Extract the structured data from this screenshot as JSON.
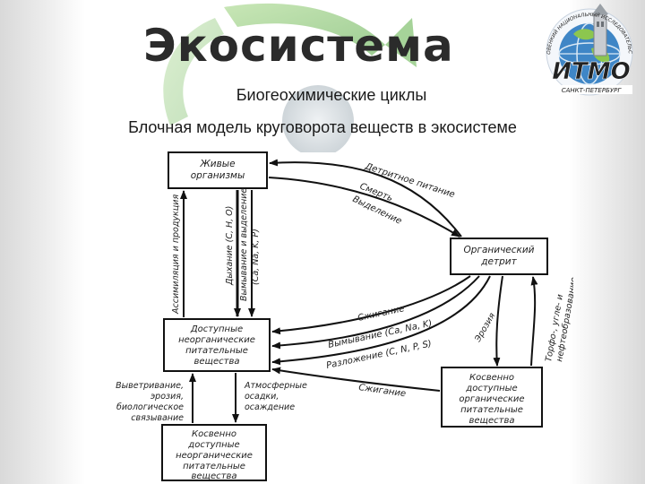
{
  "slide": {
    "title": "Экосистема",
    "subtitle1": "Биогеохимические циклы",
    "subtitle2": "Блочная модель круговорота веществ в экосистеме"
  },
  "logo": {
    "top_text": "ЧАСОВЕНКИЙ НАЦИОНАЛЬНЫЙ ИССЛЕДОВАТЕЛЬСКИЙ",
    "name": "ИТМО",
    "city": "САНКТ-ПЕТЕРБУРГ"
  },
  "diagram": {
    "boxes": {
      "living_1": "Живые",
      "living_2": "организмы",
      "detritus_1": "Органический",
      "detritus_2": "детрит",
      "available_1": "Доступные",
      "available_2": "неорганические",
      "available_3": "питательные",
      "available_4": "вещества",
      "ind_org_1": "Косвенно",
      "ind_org_2": "доступные",
      "ind_org_3": "органические",
      "ind_org_4": "питательные",
      "ind_org_5": "вещества",
      "ind_inorg_1": "Косвенно",
      "ind_inorg_2": "доступные",
      "ind_inorg_3": "неорганические",
      "ind_inorg_4": "питательные",
      "ind_inorg_5": "вещества"
    },
    "labels": {
      "detrital_feeding": "Детритное питание",
      "death": "Смерть",
      "excretion": "Выделение",
      "assimilation": "Ассимиляция и продукция",
      "respiration": "Дыхание (C, H, O)",
      "leaching_1": "Вымывание и выделение",
      "leaching_2": "(Ca, Na, K, P)",
      "burning1": "Сжигание",
      "leaching_ca": "Вымывание (Ca, Na, K)",
      "decomposition": "Разложение (C, N, P, S)",
      "erosion": "Эрозия",
      "peat_1": "Торфо-, угле- и",
      "peat_2": "нефтеобразование",
      "weathering_1": "Выветривание,",
      "weathering_2": "эрозия,",
      "weathering_3": "биологическое",
      "weathering_4": "связывание",
      "atmospheric_1": "Атмосферные",
      "atmospheric_2": "осадки,",
      "atmospheric_3": "осаждение",
      "burning2": "Сжигание"
    }
  }
}
